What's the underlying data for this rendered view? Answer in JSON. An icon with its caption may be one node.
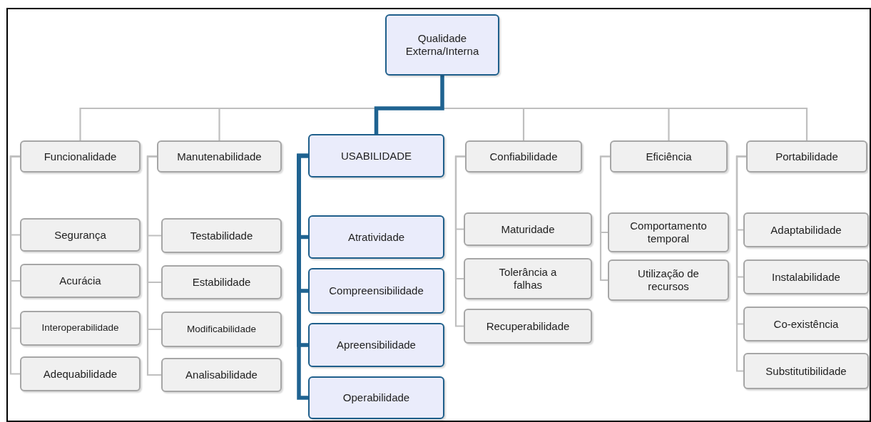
{
  "diagram": {
    "nodes": [
      {
        "text": [
          "Qualidade Externa/Interna"
        ]
      },
      {
        "text": [
          "Funcionalidade"
        ]
      },
      {
        "text": [
          "Manutenabilidade"
        ]
      },
      {
        "text": [
          "USABILIDADE"
        ]
      },
      {
        "text": [
          "Confiabilidade"
        ]
      },
      {
        "text": [
          "Eficiência"
        ]
      },
      {
        "text": [
          "Portabilidade"
        ]
      },
      {
        "text": [
          "Segurança"
        ]
      },
      {
        "text": [
          "Acurácia"
        ]
      },
      {
        "text": [
          "Interoperabilidade"
        ]
      },
      {
        "text": [
          "Adequabilidade"
        ]
      },
      {
        "text": [
          "Testabilidade"
        ]
      },
      {
        "text": [
          "Estabilidade"
        ]
      },
      {
        "text": [
          "Modificabilidade"
        ]
      },
      {
        "text": [
          "Analisabilidade"
        ]
      },
      {
        "text": [
          "Atratividade"
        ]
      },
      {
        "text": [
          "Compreensibilidade"
        ]
      },
      {
        "text": [
          "Apreensibilidade"
        ]
      },
      {
        "text": [
          "Operabilidade"
        ]
      },
      {
        "text": [
          "Maturidade"
        ]
      },
      {
        "text": [
          "Tolerância a falhas"
        ]
      },
      {
        "text": [
          "Recuperabilidade"
        ]
      },
      {
        "text": [
          "Comportamento temporal"
        ]
      },
      {
        "text": [
          "Utilização de recursos"
        ]
      },
      {
        "text": [
          "Adaptabilidade"
        ]
      },
      {
        "text": [
          "Instalabilidade"
        ]
      },
      {
        "text": [
          "Co-existência"
        ]
      },
      {
        "text": [
          "Substitutibilidade"
        ]
      }
    ],
    "edges": [
      {
        "from": 0,
        "to": 1,
        "arrow": "none"
      },
      {
        "from": 0,
        "to": 2,
        "arrow": "none"
      },
      {
        "from": 0,
        "to": 3,
        "arrow": "none",
        "style": "thick",
        "color": "#1f6391"
      },
      {
        "from": 0,
        "to": 4,
        "arrow": "none"
      },
      {
        "from": 0,
        "to": 5,
        "arrow": "none"
      },
      {
        "from": 0,
        "to": 6,
        "arrow": "none"
      },
      {
        "from": 1,
        "to": 7,
        "arrow": "none"
      },
      {
        "from": 1,
        "to": 8,
        "arrow": "none"
      },
      {
        "from": 1,
        "to": 9,
        "arrow": "none"
      },
      {
        "from": 1,
        "to": 10,
        "arrow": "none"
      },
      {
        "from": 2,
        "to": 11,
        "arrow": "none"
      },
      {
        "from": 2,
        "to": 12,
        "arrow": "none"
      },
      {
        "from": 2,
        "to": 13,
        "arrow": "none"
      },
      {
        "from": 2,
        "to": 14,
        "arrow": "none"
      },
      {
        "from": 3,
        "to": 15,
        "arrow": "none",
        "style": "thick",
        "color": "#1f6391"
      },
      {
        "from": 3,
        "to": 16,
        "arrow": "none",
        "style": "thick",
        "color": "#1f6391"
      },
      {
        "from": 3,
        "to": 17,
        "arrow": "none",
        "style": "thick",
        "color": "#1f6391"
      },
      {
        "from": 3,
        "to": 18,
        "arrow": "none",
        "style": "thick",
        "color": "#1f6391"
      },
      {
        "from": 4,
        "to": 19,
        "arrow": "none"
      },
      {
        "from": 4,
        "to": 20,
        "arrow": "none"
      },
      {
        "from": 4,
        "to": 21,
        "arrow": "none"
      },
      {
        "from": 5,
        "to": 22,
        "arrow": "none"
      },
      {
        "from": 5,
        "to": 23,
        "arrow": "none"
      },
      {
        "from": 6,
        "to": 24,
        "arrow": "none"
      },
      {
        "from": 6,
        "to": 25,
        "arrow": "none"
      },
      {
        "from": 6,
        "to": 26,
        "arrow": "none"
      },
      {
        "from": 6,
        "to": 27,
        "arrow": "none"
      }
    ]
  }
}
